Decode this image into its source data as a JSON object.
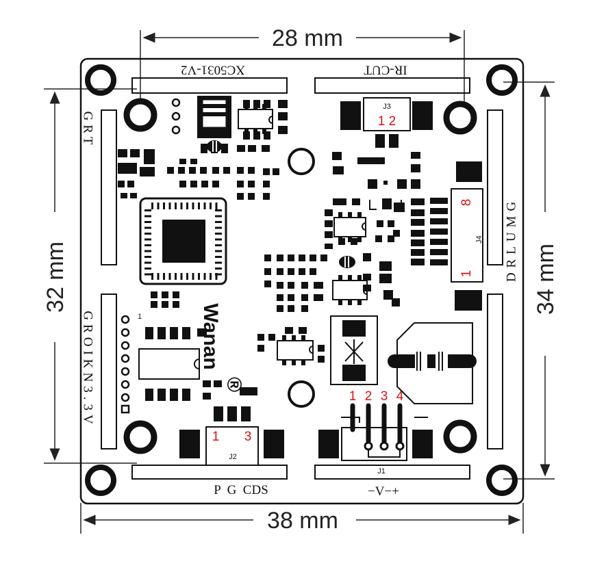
{
  "dimensions": {
    "top": "28 mm",
    "bottom": "38 mm",
    "left": "32 mm",
    "right": "34 mm"
  },
  "silkscreen": {
    "top_left_label": "XC5031-V2",
    "top_right_label": "IR-CUT",
    "left_upper_label": "GRT",
    "left_lower_label": "GROIKN3.3V",
    "right_label": "DRLUMG",
    "bottom_left_label": "P  G  CDS",
    "bottom_right_label": "−V−+",
    "brand": "Wanan",
    "registered": "®",
    "pin_one_marker": "1"
  },
  "connectors": {
    "j1": {
      "name": "J1",
      "pins": [
        "1",
        "2",
        "3",
        "4"
      ]
    },
    "j2": {
      "name": "J2",
      "pin_left": "1",
      "pin_right": "3"
    },
    "j3": {
      "name": "J3",
      "pins": "1 2"
    },
    "j4": {
      "name": "J4",
      "pin_top": "8",
      "pin_bottom": "1"
    }
  },
  "colors": {
    "outline": "#111111",
    "pin_numbers": "#dd1111",
    "dimension_lines": "#222222"
  }
}
